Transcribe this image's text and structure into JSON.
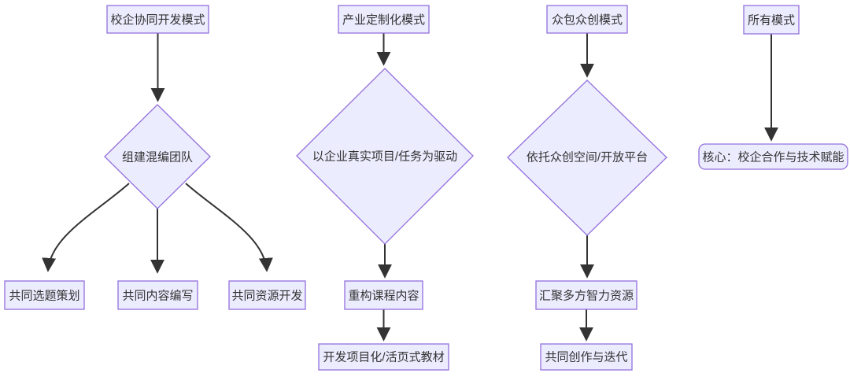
{
  "diagram": {
    "kind": "flowchart",
    "columns": [
      {
        "mode": "校企协同开发模式",
        "decision": "组建混编团队",
        "outcomes": [
          "共同选题策划",
          "共同内容编写",
          "共同资源开发"
        ]
      },
      {
        "mode": "产业定制化模式",
        "decision": "以企业真实项目/任务为驱动",
        "steps": [
          "重构课程内容",
          "开发项目化/活页式教材"
        ]
      },
      {
        "mode": "众包众创模式",
        "decision": "依托众创空间/开放平台",
        "steps": [
          "汇聚多方智力资源",
          "共同创作与迭代"
        ]
      },
      {
        "mode": "所有模式",
        "core": "核心：校企合作与技术赋能"
      }
    ],
    "colors": {
      "node_fill": "#ECECFF",
      "node_border": "#9370DB",
      "edge": "#333333",
      "text": "#333333",
      "background": "#ffffff"
    }
  }
}
